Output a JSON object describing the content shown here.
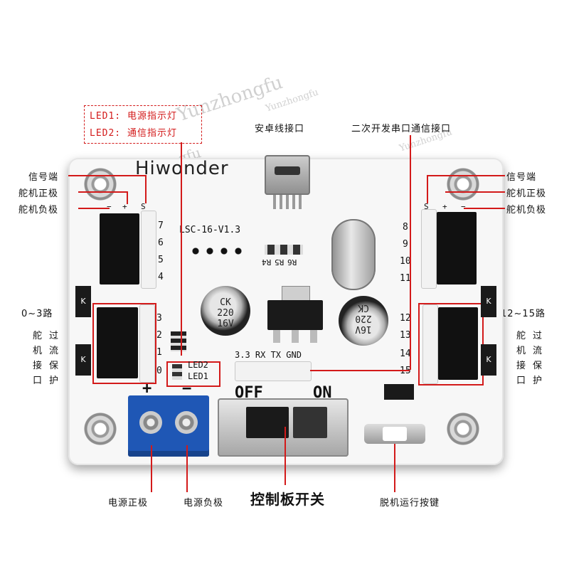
{
  "legend": {
    "led1": "LED1: 电源指示灯",
    "led2": "LED2: 通信指示灯"
  },
  "callouts": {
    "android": "安卓线接口",
    "serial": "二次开发串口通信接口",
    "left_signal": "信号端",
    "left_servo_pos": "舵机正极",
    "left_servo_neg": "舵机负极",
    "right_signal": "信号端",
    "right_servo_pos": "舵机正极",
    "right_servo_neg": "舵机负极",
    "left_range": "0~3路",
    "right_range": "12~15路",
    "protect_left": [
      "舵",
      "机",
      "接",
      "口",
      "过",
      "流",
      "保",
      "护"
    ],
    "protect_right": [
      "舵",
      "机",
      "接",
      "口",
      "过",
      "流",
      "保",
      "护"
    ],
    "power_pos": "电源正极",
    "power_neg": "电源负极",
    "switch": "控制板开关",
    "offline": "脱机运行按键"
  },
  "silkscreen": {
    "brand": "Hiwonder",
    "model": "LSC-16-V1.3",
    "left_nums_top": [
      "7",
      "6",
      "5",
      "4"
    ],
    "left_nums_bottom": [
      "3",
      "2",
      "1",
      "0"
    ],
    "right_nums_top": [
      "8",
      "9",
      "10",
      "11"
    ],
    "right_nums_bottom": [
      "12",
      "13",
      "14",
      "15"
    ],
    "serial_pins": "3.3 RX TX GND",
    "led2": "LED2",
    "led1": "LED1",
    "off": "OFF",
    "on": "ON",
    "plus": "+",
    "minus": "−",
    "pin_sig_label": "S",
    "pin_pos_label": "+",
    "pin_neg_label": "−",
    "k_mark": "K",
    "resistors": [
      "R6",
      "R5",
      "R4"
    ],
    "cap_left": [
      "CK",
      "220",
      "16V"
    ],
    "cap_right": [
      "16V",
      "220",
      "CK"
    ]
  },
  "watermark": "Yunzhongfu",
  "colors": {
    "callout_red": "#d31a1a",
    "terminal_blue": "#1f57b5"
  }
}
